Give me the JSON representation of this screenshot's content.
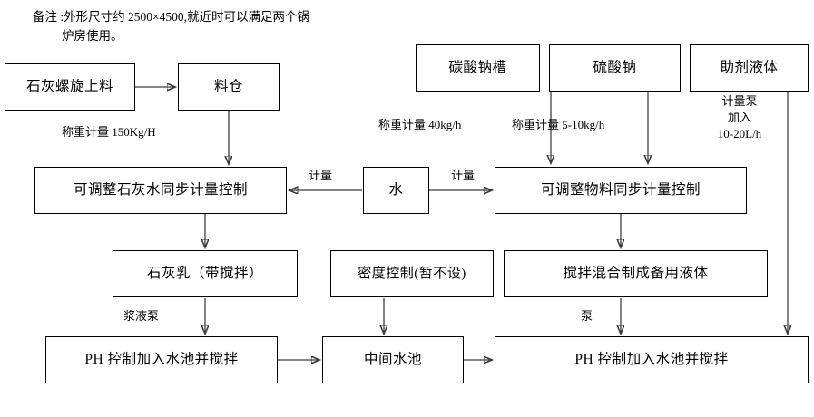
{
  "note": {
    "line1": "备注 :外形尺寸约 2500×4500,就近时可以满足两个锅",
    "line2": "炉房使用。"
  },
  "nodes": {
    "lime_screw_feed": "石灰螺旋上料",
    "silo": "料仓",
    "sodium_carbonate_tank": "碳酸钠槽",
    "sodium_sulfate": "硫酸钠",
    "additive_liquid": "助剂液体",
    "lime_water_sync_control": "可调整石灰水同步计量控制",
    "water": "水",
    "material_sync_control": "可调整物料同步计量控制",
    "lime_milk": "石灰乳（带搅拌）",
    "density_control": "密度控制(暂不设)",
    "mixed_spare_liquid": "搅拌混合制成备用液体",
    "ph_control_left": "PH 控制加入水池并搅拌",
    "intermediate_pool": "中间水池",
    "ph_control_right": "PH 控制加入水池并搅拌"
  },
  "edge_labels": {
    "lime_weighing": "称重计量 150Kg/H",
    "carbonate_weighing": "称重计量 40kg/h",
    "sulfate_weighing": "称重计量 5-10kg/h",
    "additive_pump_l1": "计量泵",
    "additive_pump_l2": "加入",
    "additive_pump_l3": "10-20L/h",
    "metering_left": "计量",
    "metering_right": "计量",
    "slurry_pump": "浆液泵",
    "pump": "泵"
  }
}
